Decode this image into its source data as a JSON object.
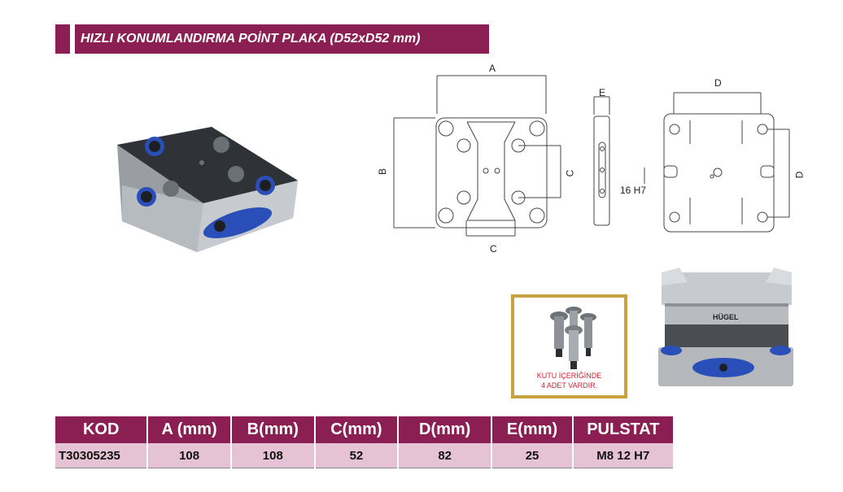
{
  "title": "HIZLI KONUMLANDIRMA POİNT PLAKA  (D52xD52 mm)",
  "drawing_labels": {
    "a": "A",
    "b": "B",
    "c_right": "C",
    "c_bottom": "C",
    "d_top": "D",
    "d_right": "D",
    "e": "E",
    "fit": "16 H7"
  },
  "box_caption": {
    "line1": "KUTU İÇERİĞİNDE",
    "line2": "4 ADET VARDIR."
  },
  "vise_brand": "HÜGEL",
  "table": {
    "headers": [
      "KOD",
      "A (mm)",
      "B(mm)",
      "C(mm)",
      "D(mm)",
      "E(mm)",
      "PULSTAT"
    ],
    "rows": [
      [
        "T30305235",
        "108",
        "108",
        "52",
        "82",
        "25",
        "M8 12 H7"
      ]
    ]
  },
  "colors": {
    "accent": "#8b1e52",
    "table_row_bg": "#e6c3d4",
    "box_frame": "#c8a240",
    "caption_red": "#d0202e",
    "plate_blue": "#2a4fb8"
  }
}
